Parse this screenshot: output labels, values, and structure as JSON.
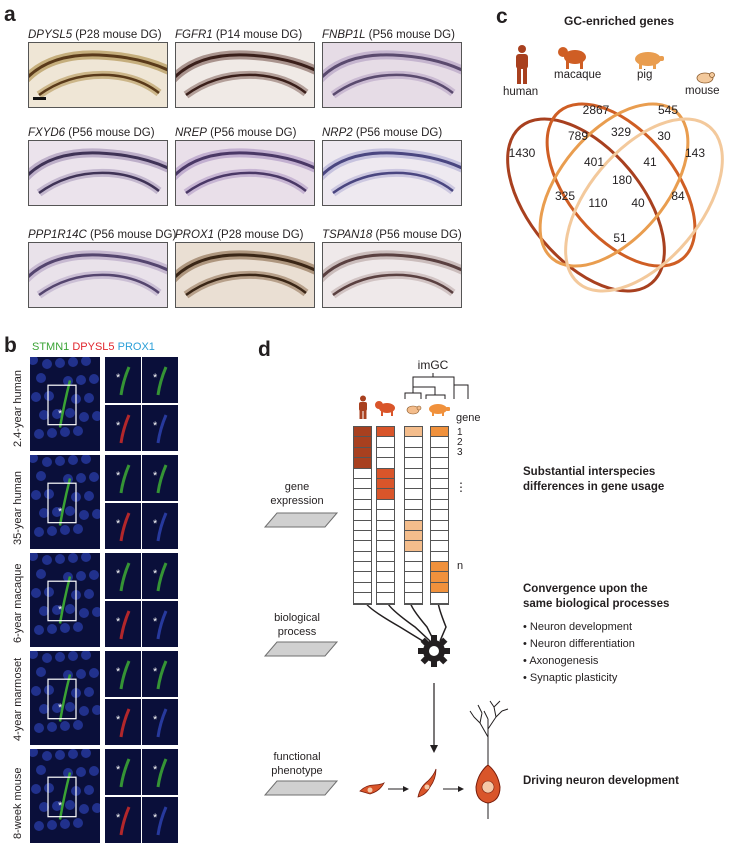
{
  "panel_a": {
    "letter": "a",
    "tiles": [
      {
        "gene": "DPYSL5",
        "context": " (P28 mouse DG)"
      },
      {
        "gene": "FGFR1",
        "context": " (P14 mouse DG)"
      },
      {
        "gene": "FNBP1L",
        "context": " (P56 mouse DG)"
      },
      {
        "gene": "FXYD6",
        "context": " (P56 mouse DG)"
      },
      {
        "gene": "NREP",
        "context": " (P56 mouse DG)"
      },
      {
        "gene": "NRP2",
        "context": " (P56 mouse DG)"
      },
      {
        "gene": "PPP1R14C",
        "context": " (P56 mouse DG)"
      },
      {
        "gene": "PROX1",
        "context": " (P28 mouse DG)"
      },
      {
        "gene": "TSPAN18",
        "context": " (P56 mouse DG)"
      }
    ]
  },
  "panel_b": {
    "letter": "b",
    "stains": [
      {
        "label": "STMN1",
        "color": "#3aa335"
      },
      {
        "label": "DPYSL5",
        "color": "#e0262d"
      },
      {
        "label": "PROX1",
        "color": "#2a9fd8"
      }
    ],
    "rows": [
      "2.4-year human",
      "35-year human",
      "6-year macaque",
      "4-year marmoset",
      "8-week mouse"
    ],
    "star": "*"
  },
  "panel_c": {
    "letter": "c",
    "title": "GC-enriched genes",
    "species": [
      "human",
      "macaque",
      "pig",
      "mouse"
    ],
    "colors": {
      "human": "#a8401f",
      "macaque": "#cf5e24",
      "pig": "#e99d4f",
      "mouse": "#f3c99c"
    },
    "counts": {
      "human_only": "1430",
      "macaque_only": "2867",
      "pig_only": "545",
      "mouse_only": "143",
      "human_macaque": "789",
      "macaque_pig": "329",
      "pig_mouse": "30",
      "human_macaque_pig": "401",
      "macaque_pig_mouse": "41",
      "all_four": "180",
      "human_pig": "325",
      "macaque_mouse": "84",
      "human_pig_mouse": "110",
      "human_macaque_mouse": "40",
      "human_mouse": "51"
    }
  },
  "panel_d": {
    "letter": "d",
    "tree_label": "imGC",
    "gene_header": "gene",
    "gene_numbers": [
      "1",
      "2",
      "3"
    ],
    "gene_n": "n",
    "gene_dots": "⋮",
    "levels": [
      {
        "side": [
          "gene",
          "expression"
        ],
        "heading": [
          "Substantial interspecies",
          "differences in gene usage"
        ]
      },
      {
        "side": [
          "biological",
          "process"
        ],
        "heading": [
          "Convergence upon the",
          "same biological processes"
        ]
      },
      {
        "side": [
          "functional",
          "phenotype"
        ],
        "heading": [
          "Driving neuron development"
        ]
      }
    ],
    "processes": [
      "Neuron development",
      "Neuron differentiation",
      "Axonogenesis",
      "Synaptic plasticity"
    ],
    "columns": [
      {
        "species": "human",
        "color": "#a8401f",
        "filled_rows": [
          0,
          1,
          2,
          3
        ]
      },
      {
        "species": "macaque",
        "color": "#d9552a",
        "filled_rows": [
          0,
          4,
          5,
          6
        ]
      },
      {
        "species": "mouse",
        "color": "#f4bd8c",
        "filled_rows": [
          0,
          9,
          10,
          11
        ]
      },
      {
        "species": "pig",
        "color": "#f0913c",
        "filled_rows": [
          0,
          13,
          14,
          15
        ]
      }
    ],
    "row_count": 17
  }
}
